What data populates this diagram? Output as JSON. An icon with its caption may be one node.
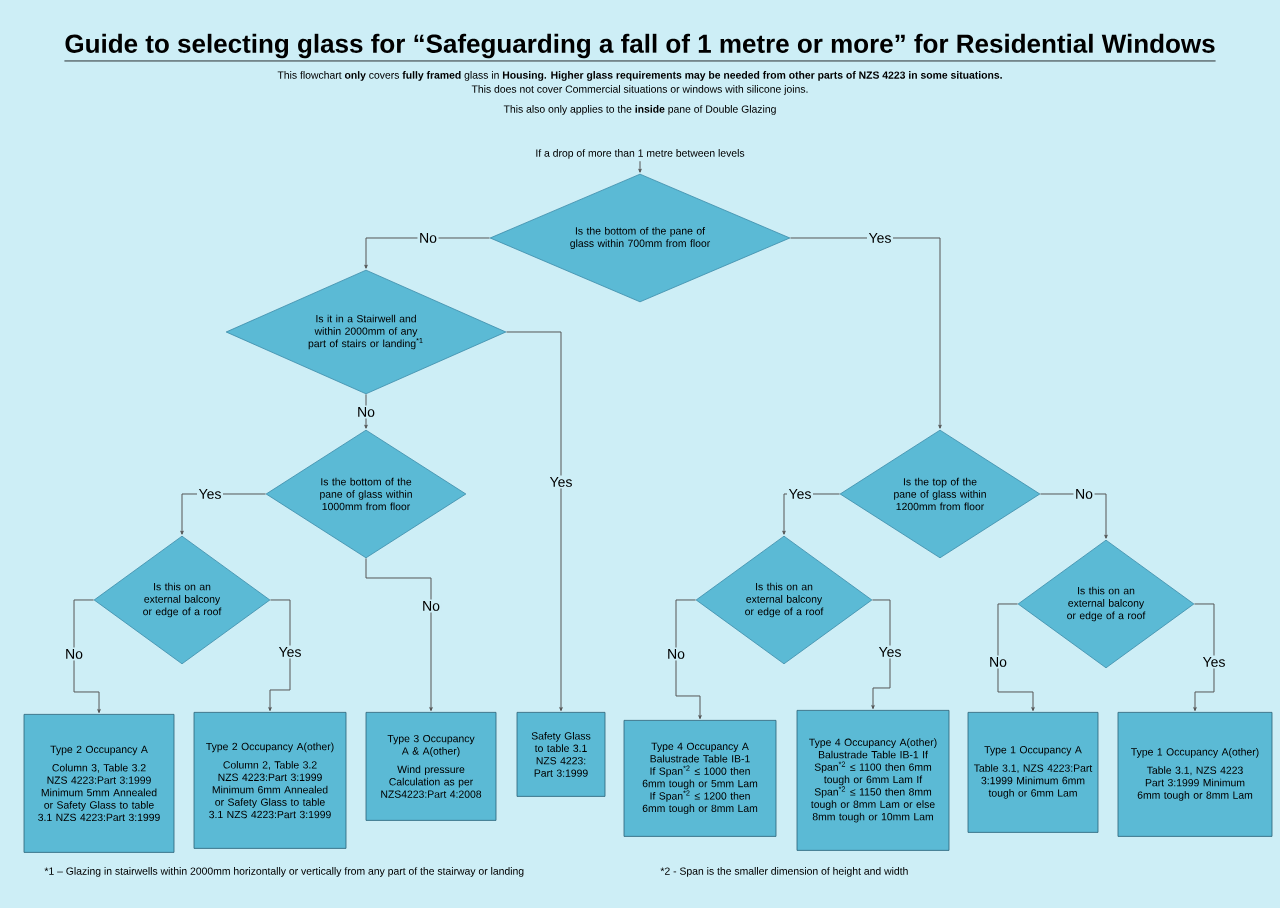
{
  "diagram": {
    "title": "Guide to selecting glass for “Safeguarding a fall of 1 metre or more” for Residential Windows",
    "nodes": [
      {
        "text": [
          "If a drop of more than 1 metre between levels"
        ]
      },
      {
        "text": [
          "Is the bottom of the pane of glass within 700mm from floor"
        ]
      },
      {
        "text": [
          "Is it in a Stairwell and within 2000mm of any part of stairs or landing$^{*1}$"
        ]
      },
      {
        "text": [
          "Is the bottom of the pane of glass within 1000mm from floor"
        ]
      },
      {
        "text": [
          "Is the top of the pane of glass within 1200mm from floor"
        ]
      },
      {
        "text": [
          "Is this on an external balcony or edge of a roof"
        ]
      },
      {
        "text": [
          "Is this on an external balcony or edge of a roof"
        ]
      },
      {
        "text": [
          "Is this on an external balcony or edge of a roof"
        ]
      },
      {
        "text": [
          "Type 2 Occupancy A",
          "Column 3, Table 3.2 NZS 4223:Part 3:1999 Minimum 5mm Annealed or Safety Glass to table 3.1 NZS 4223:Part 3:1999"
        ]
      },
      {
        "text": [
          "Type 2 Occupancy A(other)",
          "Column 2, Table 3.2 NZS 4223:Part 3:1999 Minimum 6mm Annealed or Safety Glass to table 3.1 NZS 4223:Part 3:1999"
        ]
      },
      {
        "text": [
          "Type 3 Occupancy A & A(other)",
          "Wind pressure Calculation as per NZS4223:Part 4:2008"
        ]
      },
      {
        "text": [
          "Safety Glass to table 3.1 NZS 4223: Part 3:1999"
        ]
      },
      {
        "text": [
          "Type 4 Occupancy A Balustrade Table IB-1 If Span$^{*2}$ ≤ 1000 then 6mm tough or 5mm Lam If Span$^{*2}$ ≤ 1200 then 6mm tough or 8mm Lam"
        ]
      },
      {
        "text": [
          "Type 4 Occupancy A(other) Balustrade Table IB-1 If Span$^{*2}$ ≤ 1100 then 6mm tough or 6mm Lam If Span$^{*2}$ ≤ 1150 then 8mm tough or 8mm Lam or else 8mm tough or 10mm Lam"
        ]
      },
      {
        "text": [
          "Type 1 Occupancy A",
          "Table 3.1, NZS 4223:Part 3:1999 Minimum 6mm tough or 6mm Lam"
        ]
      },
      {
        "text": [
          "Type 1 Occupancy A(other)",
          "Table 3.1, NZS 4223 Part 3:1999 Minimum 6mm tough or 8mm Lam"
        ]
      }
    ],
    "edges": [
      {
        "from": 0,
        "to": 1,
        "arrow": "to"
      },
      {
        "from": 1,
        "to": 2,
        "arrow": "to",
        "label": "No"
      },
      {
        "from": 1,
        "to": 4,
        "arrow": "to",
        "label": "Yes"
      },
      {
        "from": 2,
        "to": 3,
        "arrow": "to",
        "label": "No"
      },
      {
        "from": 2,
        "to": 11,
        "arrow": "to",
        "label": "Yes"
      },
      {
        "from": 3,
        "to": 5,
        "arrow": "to",
        "label": "Yes"
      },
      {
        "from": 3,
        "to": 10,
        "arrow": "to",
        "label": "No"
      },
      {
        "from": 4,
        "to": 6,
        "arrow": "to",
        "label": "Yes"
      },
      {
        "from": 4,
        "to": 7,
        "arrow": "to",
        "label": "No"
      },
      {
        "from": 5,
        "to": 8,
        "arrow": "to",
        "label": "No"
      },
      {
        "from": 5,
        "to": 9,
        "arrow": "to",
        "label": "Yes"
      },
      {
        "from": 6,
        "to": 12,
        "arrow": "to",
        "label": "No"
      },
      {
        "from": 6,
        "to": 13,
        "arrow": "to",
        "label": "Yes"
      },
      {
        "from": 7,
        "to": 14,
        "arrow": "to",
        "label": "No"
      },
      {
        "from": 7,
        "to": 15,
        "arrow": "to",
        "label": "Yes"
      }
    ],
    "labels": [
      "This flowchart **only** covers **fully framed** glass in **Housing. Higher glass requirements may be needed from other parts of NZS 4223 in some situations.**",
      "This does not cover Commercial situations or  windows with silicone joins.",
      "This also only applies to the **inside** pane of Double Glazing",
      "*1 – Glazing in stairwells within 2000mm horizontally or vertically from any part of the stairway or landing",
      "*2 -  Span is the smaller dimension of height and width"
    ]
  }
}
